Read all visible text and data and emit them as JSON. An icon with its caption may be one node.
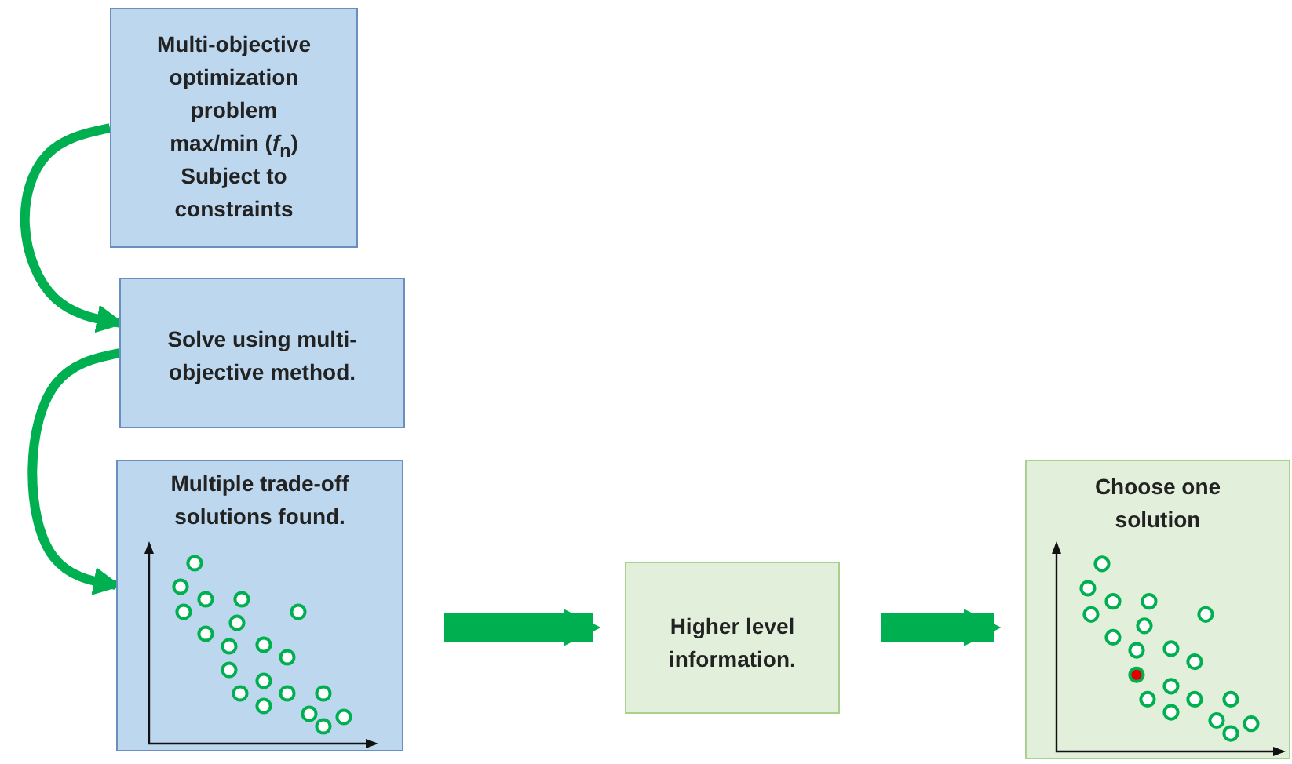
{
  "diagram": {
    "nodes": [
      {
        "text": [
          "Multi-objective optimization problem max/min (*f*$_{n}$) Subject to constraints"
        ]
      },
      {
        "text": [
          "Solve using multi-objective method."
        ]
      },
      {
        "text": [
          "Multiple trade-off solutions found."
        ]
      },
      {
        "text": [
          "Higher level information."
        ]
      },
      {
        "text": [
          "Choose one solution"
        ]
      }
    ],
    "edges": [
      {
        "from": 0,
        "to": 1,
        "arrow": "to"
      },
      {
        "from": 1,
        "to": 2,
        "arrow": "to"
      },
      {
        "from": 2,
        "to": 3,
        "arrow": "to",
        "style": "thick"
      },
      {
        "from": 3,
        "to": 4,
        "arrow": "to",
        "style": "thick"
      }
    ]
  }
}
